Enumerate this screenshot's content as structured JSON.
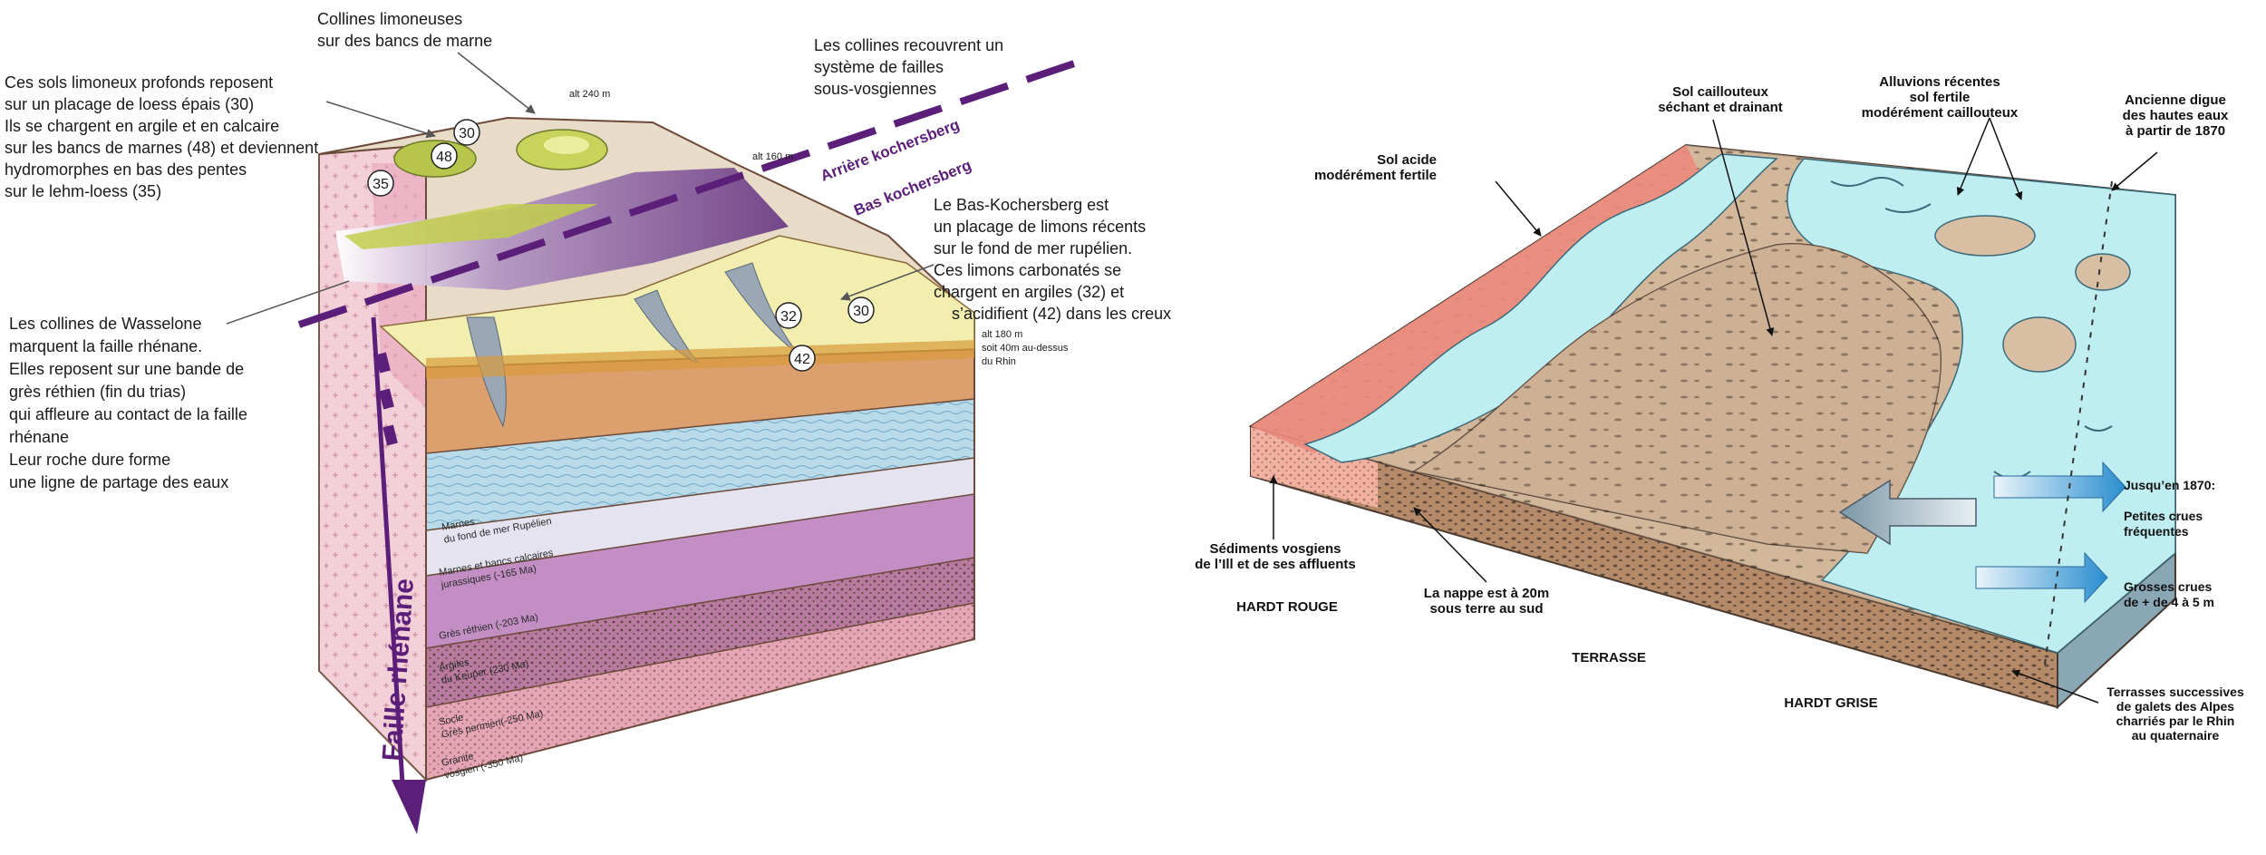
{
  "left": {
    "collines_limoneuses": [
      "Collines limoneuses",
      "sur des bancs de marne"
    ],
    "sols_limoneux": [
      "Ces sols limoneux profonds reposent",
      "sur un placage de loess épais (30)",
      "Ils se chargent en argile et en calcaire",
      "sur les bancs de marnes (48) et deviennent",
      "hydromorphes en bas des pentes",
      "sur le lehm-loess (35)"
    ],
    "collines_failles": [
      "Les collines recouvrent un",
      "système de failles",
      "sous-vosgiennes"
    ],
    "bas_kochersberg": [
      "Le Bas-Kochersberg est",
      "un placage de limons récents",
      "sur le fond de mer rupélien.",
      "Ces limons carbonatés se",
      "chargent en argiles (32) et",
      "s’acidifient (42) dans les creux"
    ],
    "wasselone": [
      "Les collines de Wasselone",
      "marquent la faille rhénane.",
      "Elles reposent sur une bande de",
      "grès réthien (fin du trias)",
      "qui affleure au contact de la faille",
      "rhénane",
      "Leur roche dure forme",
      "une ligne de partage des eaux"
    ],
    "alt_240": "alt 240 m",
    "alt_160": "alt 160 m",
    "alt_180": [
      "alt 180 m",
      "soit 40m au-dessus",
      "du Rhin"
    ],
    "arriere": "Arrière kochersberg",
    "bas": "Bas kochersberg",
    "faille": "Faille rhénane",
    "badges": [
      "30",
      "48",
      "35",
      "32",
      "30",
      "42"
    ],
    "layers": [
      [
        "Marnes",
        "du fond de mer Rupélien"
      ],
      [
        "Marnes et bancs calcaires",
        "jurassiques (-165 Ma)"
      ],
      [
        "Grès   réthien (-203 Ma)"
      ],
      [
        "Argiles",
        "du Keuper (230 Ma)"
      ],
      [
        "Socle",
        "Grès permien(-250 Ma)"
      ],
      [
        "Granite",
        "vosgien (-350 Ma)"
      ]
    ]
  },
  "right": {
    "sol_caillouteux": [
      "Sol caillouteux",
      "séchant et drainant"
    ],
    "alluvions": [
      "Alluvions récentes",
      "sol fertile",
      "modérément caillouteux"
    ],
    "digue": [
      "Ancienne digue",
      "des hautes eaux",
      "à partir de 1870"
    ],
    "sol_acide": [
      "Sol acide",
      "modérément fertile"
    ],
    "jusquen": "Jusqu’en 1870:",
    "petites": [
      "Petites crues",
      "fréquentes"
    ],
    "grosses": [
      "Grosses crues",
      "de + de 4 à 5 m"
    ],
    "sediments": [
      "Sédiments vosgiens",
      "de l’Ill et de ses affluents"
    ],
    "hardt_rouge": "HARDT ROUGE",
    "nappe": [
      "La nappe est à 20m",
      "sous terre au sud"
    ],
    "terrasse": "TERRASSE",
    "hardt_grise": "HARDT GRISE",
    "terrasses_successives": [
      "Terrasses successives",
      "de galets des Alpes",
      "charriés par le Rhin",
      "au quaternaire"
    ]
  },
  "colors": {
    "purple": "#5b1f7a",
    "loess": "#f2eeb0",
    "pink": "#f0c8d4",
    "water": "#bfeef2",
    "red_soil": "#ec8a7c"
  }
}
